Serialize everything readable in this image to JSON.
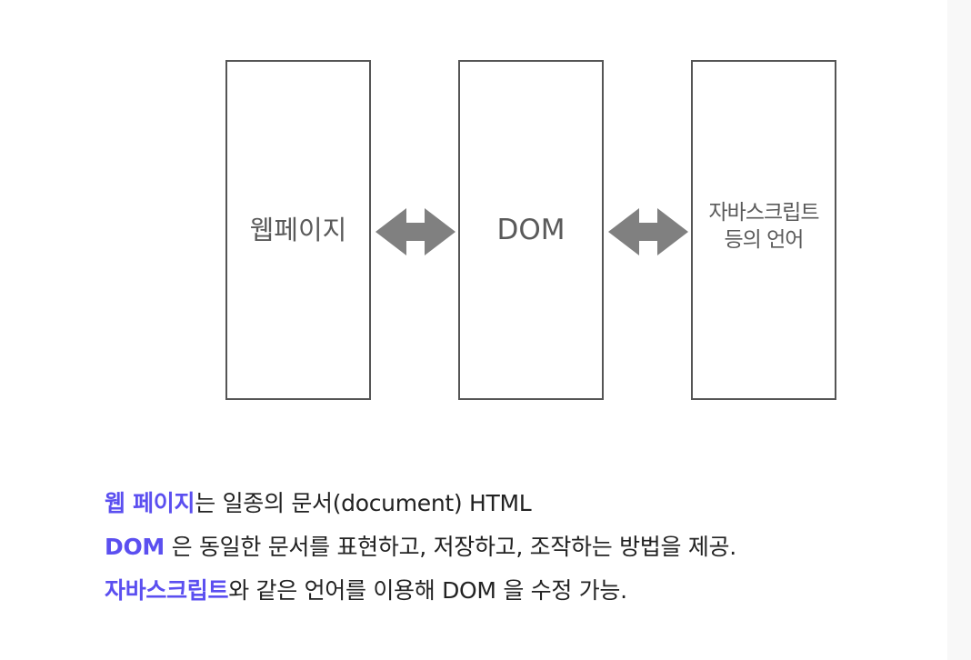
{
  "colors": {
    "accent": "#5b4ff0",
    "box_border": "#555555",
    "arrow": "#808080",
    "body_text": "#222222",
    "label_text": "#5a5a5a"
  },
  "diagram": {
    "boxes": [
      {
        "label": "웹페이지"
      },
      {
        "label": "DOM"
      },
      {
        "label": "자바스크립트\n등의 언어"
      }
    ],
    "arrows": [
      {
        "icon": "double-arrow-icon",
        "from": "웹페이지",
        "to": "DOM"
      },
      {
        "icon": "double-arrow-icon",
        "from": "DOM",
        "to": "자바스크립트 등의 언어"
      }
    ]
  },
  "caption": {
    "lines": [
      {
        "highlight": "웹 페이지",
        "text": "는 일종의 문서(document) HTML"
      },
      {
        "highlight": "DOM",
        "text": " 은 동일한 문서를 표현하고, 저장하고, 조작하는 방법을 제공."
      },
      {
        "highlight": "자바스크립트",
        "text": "와 같은 언어를 이용해 DOM 을 수정 가능."
      }
    ]
  }
}
